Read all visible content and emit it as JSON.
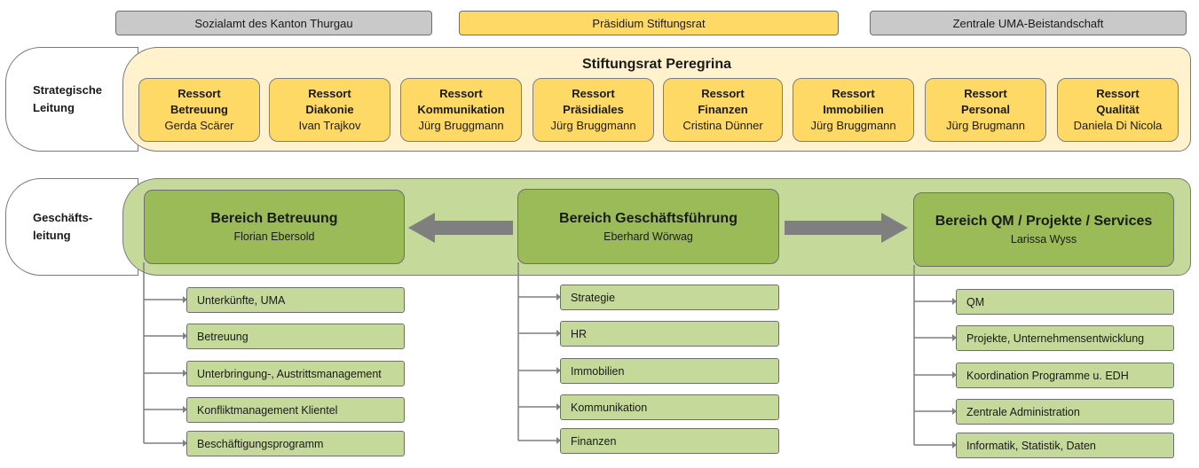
{
  "top_boxes": [
    {
      "label": "Sozialamt des Kanton Thurgau"
    },
    {
      "label": "Präsidium Stiftungsrat"
    },
    {
      "label": "Zentrale UMA-Beistandschaft"
    }
  ],
  "strategic": {
    "label": "Strategische Leitung",
    "title": "Stiftungsrat Peregrina",
    "ressorts": [
      {
        "line1": "Ressort",
        "line2": "Betreuung",
        "person": "Gerda Scärer"
      },
      {
        "line1": "Ressort",
        "line2": "Diakonie",
        "person": "Ivan Trajkov"
      },
      {
        "line1": "Ressort",
        "line2": "Kommunikation",
        "person": "Jürg Bruggmann"
      },
      {
        "line1": "Ressort",
        "line2": "Präsidiales",
        "person": "Jürg Bruggmann"
      },
      {
        "line1": "Ressort",
        "line2": "Finanzen",
        "person": "Cristina Dünner"
      },
      {
        "line1": "Ressort",
        "line2": "Immobilien",
        "person": "Jürg Bruggmann"
      },
      {
        "line1": "Ressort",
        "line2": "Personal",
        "person": "Jürg Brugmann"
      },
      {
        "line1": "Ressort",
        "line2": "Qualität",
        "person": "Daniela Di Nicola"
      }
    ]
  },
  "executive": {
    "label": "Geschäfts-leitung",
    "bereiche": [
      {
        "title": "Bereich Betreuung",
        "person": "Florian Ebersold",
        "items": [
          "Unterkünfte, UMA",
          "Betreuung",
          "Unterbringung-, Austrittsmanagement",
          "Konfliktmanagement Klientel",
          "Beschäftigungsprogramm"
        ]
      },
      {
        "title": "Bereich Geschäftsführung",
        "person": "Eberhard Wörwag",
        "items": [
          "Strategie",
          "HR",
          "Immobilien",
          "Kommunikation",
          "Finanzen"
        ]
      },
      {
        "title": "Bereich QM / Projekte / Services",
        "person": "Larissa Wyss",
        "items": [
          "QM",
          "Projekte, Unternehmensentwicklung",
          "Koordination Programme u. EDH",
          "Zentrale Administration",
          "Informatik, Statistik, Daten"
        ]
      }
    ]
  }
}
